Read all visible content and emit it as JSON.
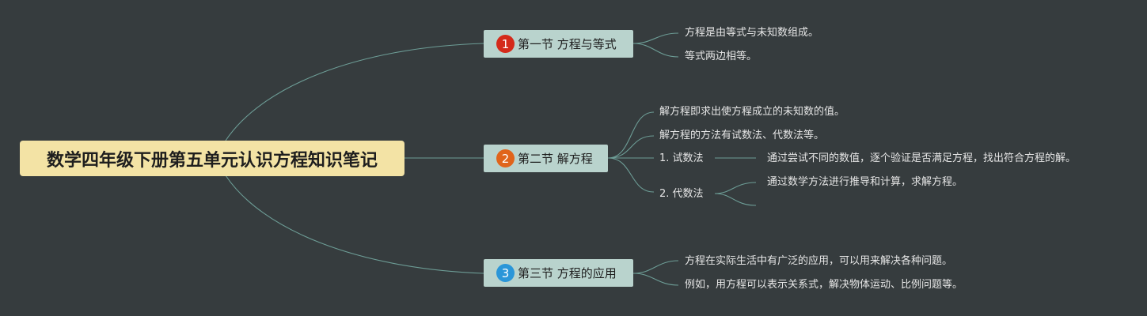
{
  "root": {
    "title": "数学四年级下册第五单元认识方程知识笔记"
  },
  "sections": [
    {
      "number": "1",
      "number_color": "#d42a1a",
      "title": "第一节 方程与等式",
      "points": [
        "方程是由等式与未知数组成。",
        "等式两边相等。"
      ]
    },
    {
      "number": "2",
      "number_color": "#e0641b",
      "title": "第二节 解方程",
      "points": [
        "解方程即求出使方程成立的未知数的值。",
        "解方程的方法有试数法、代数法等。"
      ],
      "methods": [
        {
          "label": "1. 试数法",
          "detail": "通过尝试不同的数值，逐个验证是否满足方程，找出符合方程的解。"
        },
        {
          "label": "2. 代数法",
          "detail": "通过数学方法进行推导和计算，求解方程。"
        }
      ]
    },
    {
      "number": "3",
      "number_color": "#2a96d8",
      "title": "第三节 方程的应用",
      "points": [
        "方程在实际生活中有广泛的应用，可以用来解决各种问题。",
        "例如，用方程可以表示关系式，解决物体运动、比例问题等。"
      ]
    }
  ],
  "colors": {
    "background": "#363c3e",
    "root_fill": "#f3e3a5",
    "topic_fill": "#b9d3cd",
    "connector": "#6d9d96"
  }
}
